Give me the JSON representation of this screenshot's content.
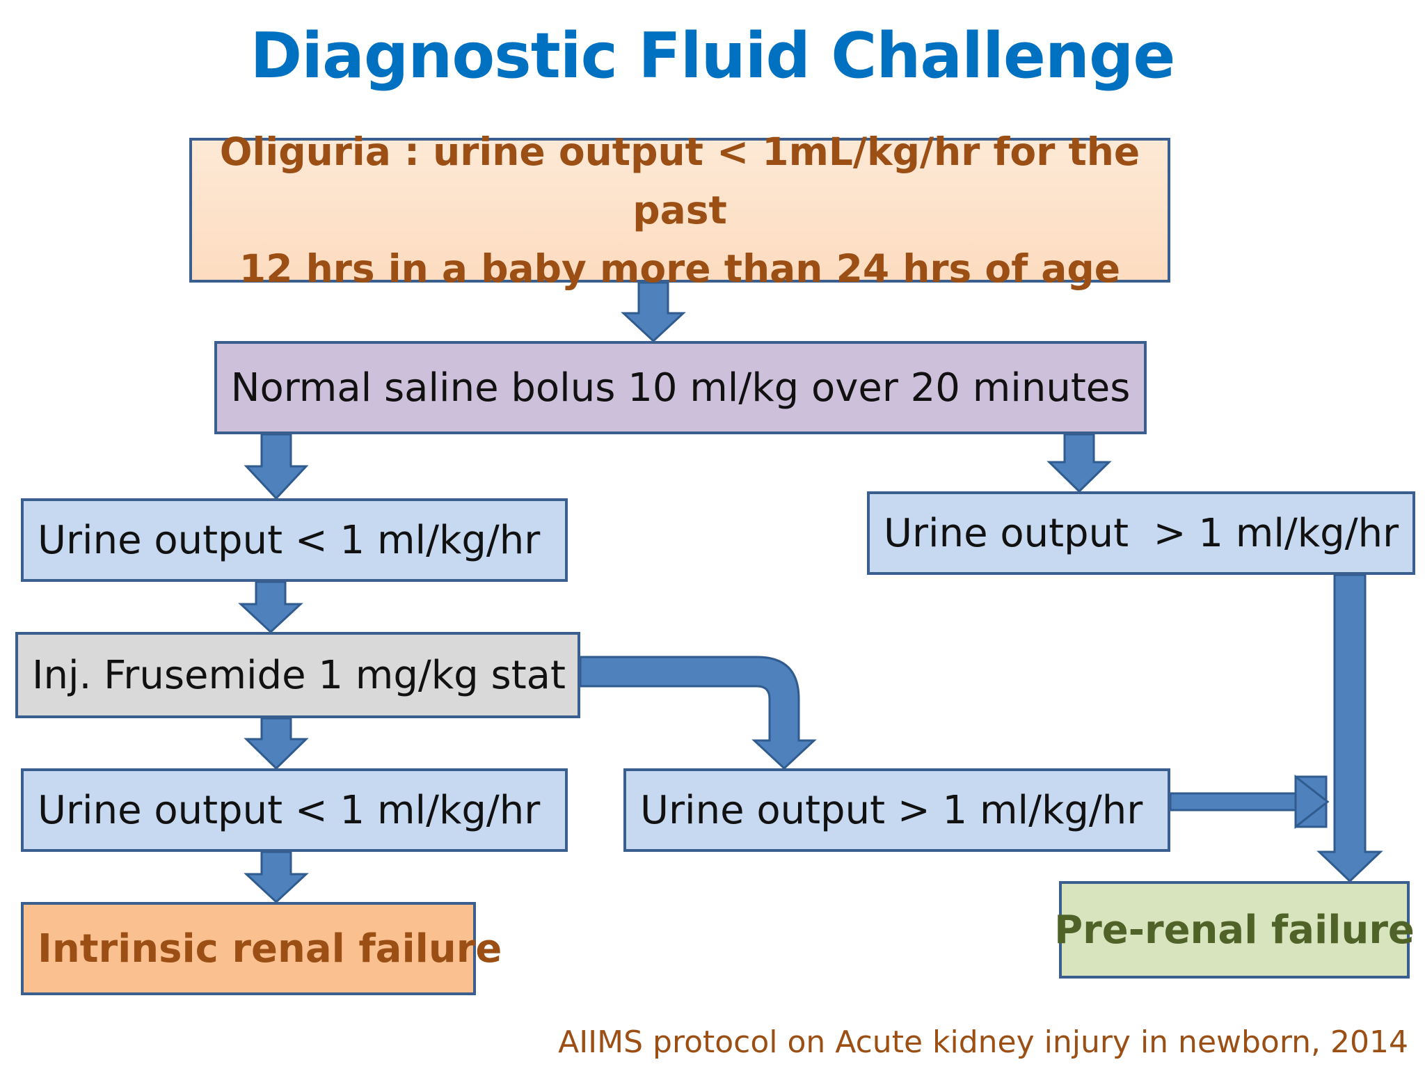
{
  "title": "Diagnostic Fluid Challenge",
  "nodes": {
    "oliguria": {
      "line1": "Oliguria : urine output < 1mL/kg/hr for the past",
      "line2": "12 hrs in a baby more than 24 hrs of age"
    },
    "saline": "Normal saline bolus 10 ml/kg over 20 minutes",
    "uo_less_1": "Urine output < 1 ml/kg/hr",
    "uo_greater_1": "Urine output  > 1 ml/kg/hr",
    "frusemide": "Inj. Frusemide 1 mg/kg stat",
    "uo_less_2": "Urine output < 1 ml/kg/hr",
    "uo_greater_2": "Urine output > 1 ml/kg/hr",
    "intrinsic": "Intrinsic renal failure",
    "prerenal": "Pre-renal failure"
  },
  "citation": "AIIMS protocol on Acute kidney injury in newborn, 2014",
  "colors": {
    "title": "#0070c0",
    "arrow": "#4f81bd",
    "oliguria_fill": "#fde9d6",
    "saline_fill": "#ccc0da",
    "urine_fill": "#c6d9f1",
    "frusemide_fill": "#d9d9d9",
    "intrinsic_fill": "#fac090",
    "prerenal_fill": "#d7e4bd"
  }
}
